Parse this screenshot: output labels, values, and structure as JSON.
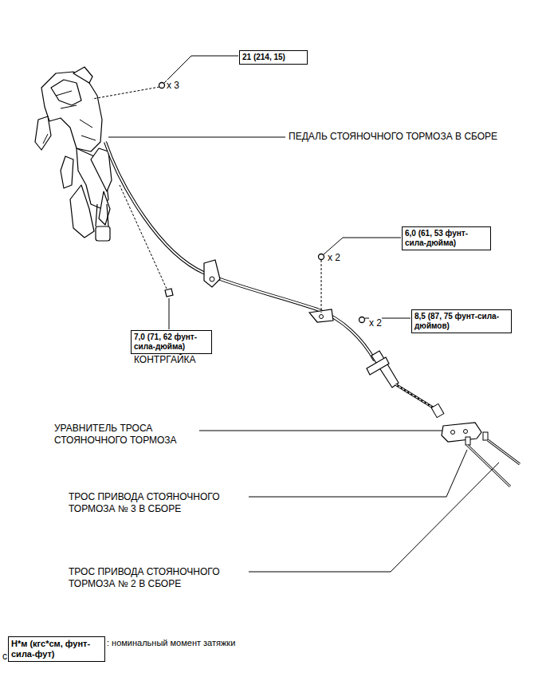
{
  "diagram": {
    "nodes": [
      {
        "text": [
          "21 (214, 15)"
        ]
      },
      {
        "text": [
          "6,0 (61, 53 фунт-сила-дюйма)"
        ]
      },
      {
        "text": [
          "8,5 (87, 75 фунт-сила-дюймов)"
        ]
      },
      {
        "text": [
          "7,0 (71, 62 фунт-сила-дюйма)"
        ]
      },
      {
        "text": [
          "Н*м (кгс*см, фунт-сила-фут)"
        ]
      }
    ],
    "labels": [
      "x 3",
      "ПЕДАЛЬ СТОЯНОЧНОГО ТОРМОЗА В СБОРЕ",
      "x 2",
      "x 2",
      "КОНТРГАЙКА",
      "УРАВНИТЕЛЬ ТРОСА СТОЯНОЧНОГО ТОРМОЗА",
      "ТРОС ПРИВОДА СТОЯНОЧНОГО ТОРМОЗА № 3 В СБОРЕ",
      "ТРОС ПРИВОДА СТОЯНОЧНОГО ТОРМОЗА № 2 В СБОРЕ",
      ": номинальный момент затяжки",
      "c"
    ]
  }
}
